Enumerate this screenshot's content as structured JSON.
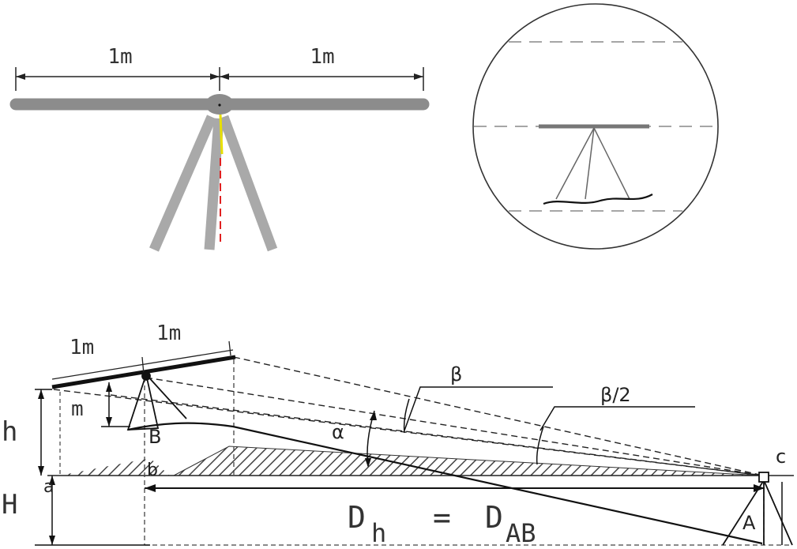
{
  "top_bar": {
    "left_dimension": "1m",
    "right_dimension": "1m"
  },
  "slope_diagram": {
    "left_segment": "1m",
    "right_segment": "1m",
    "label_m": "m",
    "label_h": "h",
    "label_H": "H",
    "label_a": "a",
    "label_b": "b",
    "label_c": "c",
    "label_A": "A",
    "label_B": "B",
    "label_alpha": "α",
    "label_beta": "β",
    "label_beta_half": "β/2",
    "formula": {
      "lhs": "D",
      "lhs_sub": "h",
      "eq": "=",
      "rhs": "D",
      "rhs_sub": "AB"
    }
  }
}
